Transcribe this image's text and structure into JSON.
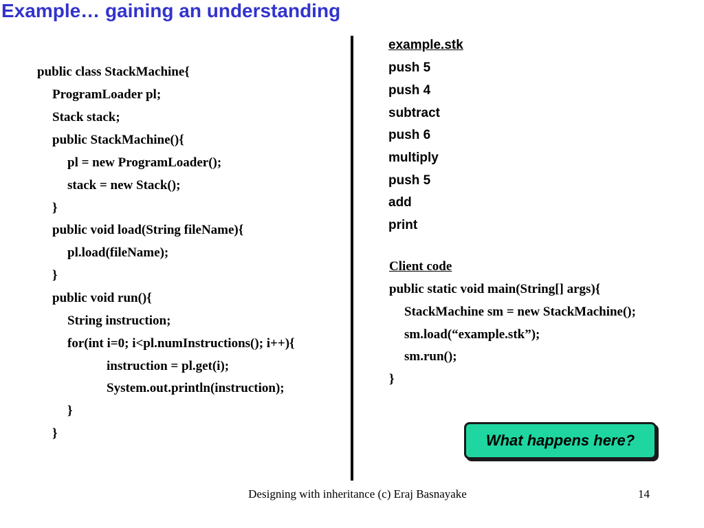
{
  "slide": {
    "title": "Example… gaining an understanding",
    "left_code": [
      "public class StackMachine{",
      "ProgramLoader pl;",
      "Stack stack;",
      "public StackMachine(){",
      "pl = new ProgramLoader();",
      "stack = new Stack();",
      "}",
      "public void load(String fileName){",
      "pl.load(fileName);",
      "}",
      "public void run(){",
      "String instruction;",
      "for(int i=0; i<pl.numInstructions(); i++){",
      "instruction = pl.get(i);",
      "System.out.println(instruction);",
      "}",
      "}"
    ],
    "stk_file": {
      "heading": "example.stk",
      "lines": [
        "push 5",
        "push 4",
        "subtract",
        "push 6",
        "multiply",
        "push 5",
        "add",
        "print"
      ]
    },
    "client": {
      "heading": "Client code",
      "lines": [
        "public static void main(String[] args){",
        "StackMachine sm = new StackMachine();",
        "sm.load(“example.stk”);",
        "sm.run();",
        "}"
      ]
    },
    "callout": "What happens here?",
    "footer": "Designing with inheritance (c) Eraj Basnayake",
    "page_number": "14",
    "colors": {
      "title": "#3333cc",
      "callout_fill": "#1fd6a1",
      "divider": "#000000"
    }
  }
}
